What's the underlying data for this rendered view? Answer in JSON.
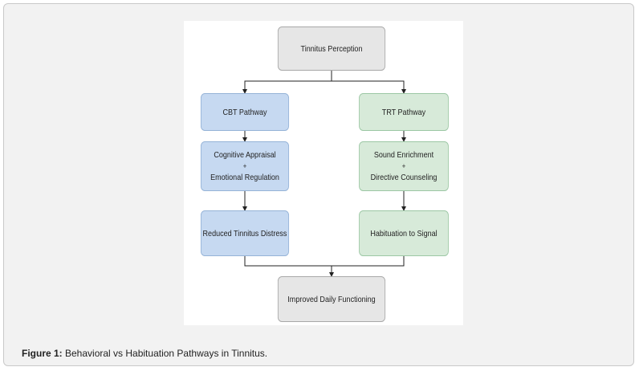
{
  "diagram": {
    "nodes": {
      "top": {
        "text": "Tinnitus Perception"
      },
      "cbt": {
        "text": "CBT Pathway"
      },
      "trt": {
        "text": "TRT Pathway"
      },
      "cbt_mid": {
        "line1": "Cognitive Appraisal",
        "plus": "+",
        "line2": "Emotional Regulation"
      },
      "trt_mid": {
        "line1": "Sound Enrichment",
        "plus": "+",
        "line2": "Directive Counseling"
      },
      "cbt_out": {
        "text": "Reduced Tinnitus Distress"
      },
      "trt_out": {
        "text": "Habituation to Signal"
      },
      "bottom": {
        "text": "Improved Daily Functioning"
      }
    }
  },
  "caption": {
    "label": "Figure 1:",
    "text": " Behavioral vs Habituation Pathways in Tinnitus."
  }
}
